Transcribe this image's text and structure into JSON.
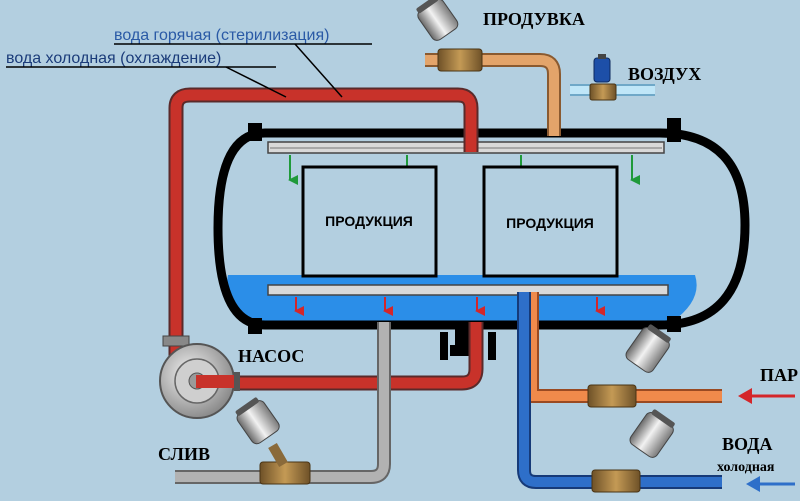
{
  "labels": {
    "hot_water": "вода горячая (стерилизация)",
    "cold_water_cooling": "вода холодная (охлаждение)",
    "purge": "ПРОДУВКА",
    "air": "ВОЗДУХ",
    "product_1": "ПРОДУКЦИЯ",
    "product_2": "ПРОДУКЦИЯ",
    "pump": "НАСОС",
    "drain": "СЛИВ",
    "steam": "ПАР",
    "water": "ВОДА",
    "cold": "холодная"
  },
  "colors": {
    "background": "#b3cfe0",
    "hot_pipe": "#c8322a",
    "cold_pipe": "#2e6fc9",
    "steam_pipe": "#f08a4b",
    "air_pipe": "#a8d8f0",
    "drain_pipe": "#a9a9a9",
    "purge_pipe": "#e3a46a",
    "water_fill": "#2b8ee8",
    "spray_arrow_top": "#1f9a3a",
    "spray_arrow_bottom": "#d4262a",
    "hot_label_text": "#2a5aa6",
    "cold_label_text": "#1b3c7a"
  },
  "icons": [
    "pump-icon",
    "angle-seat-valve-icon",
    "solenoid-valve-icon",
    "arrow-left-icon"
  ]
}
